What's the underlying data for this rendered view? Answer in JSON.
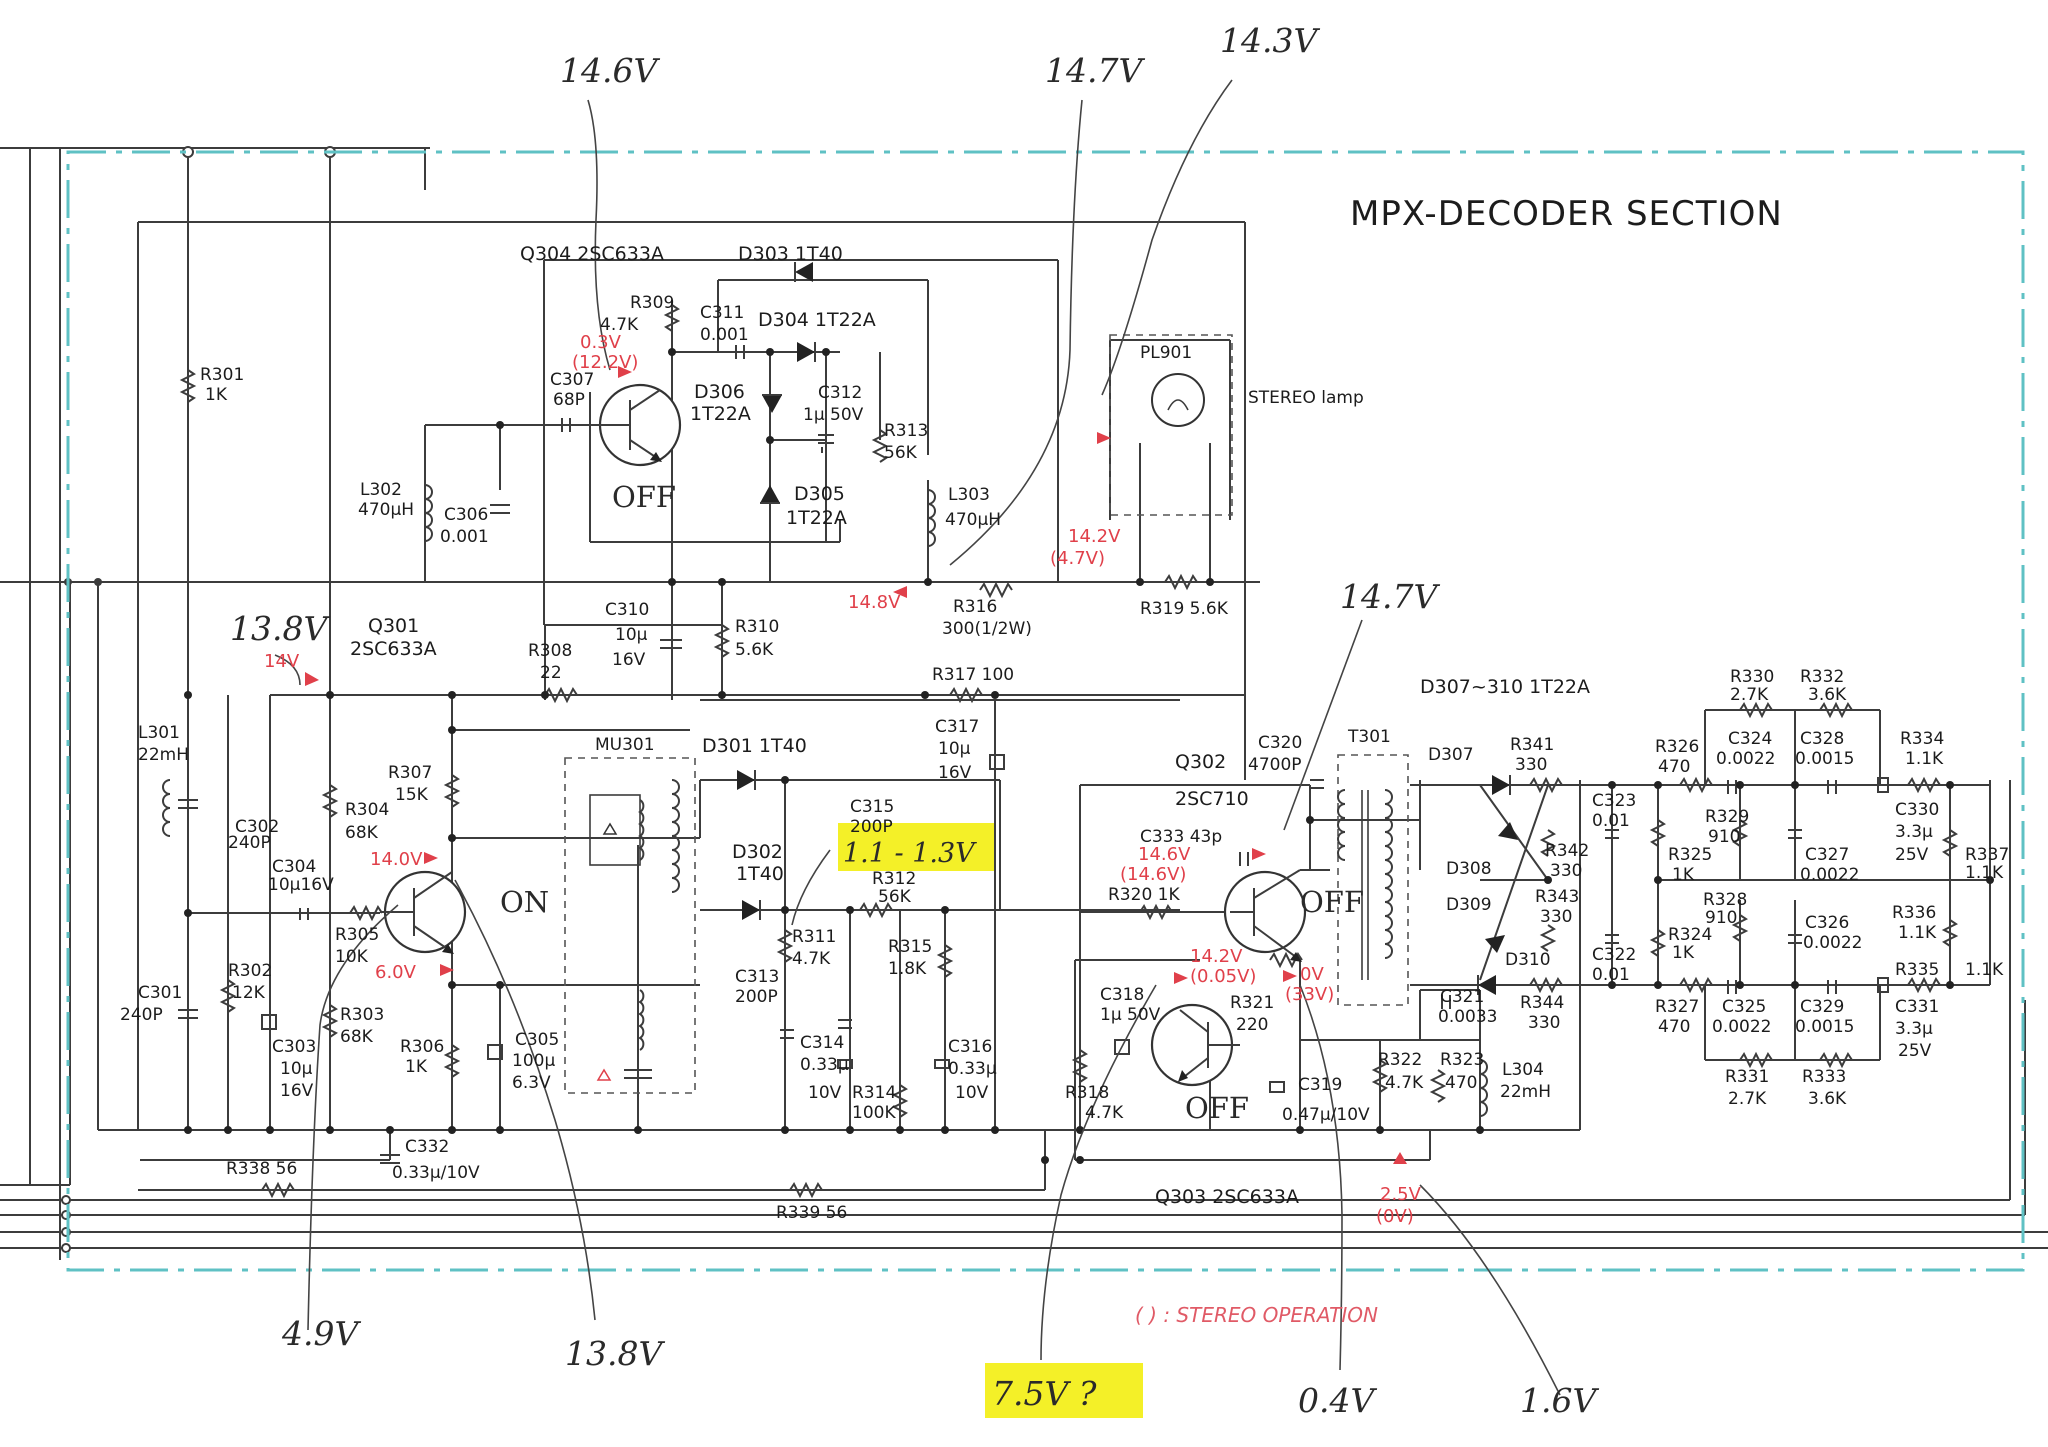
{
  "section_title": "MPX-DECODER SECTION",
  "legend_note": "(     ) : STEREO OPERATION",
  "transistors": {
    "q304": {
      "label": "Q304 2SC633A",
      "state": "OFF"
    },
    "q301": {
      "label_ref": "Q301",
      "label_part": "2SC633A",
      "state": "ON"
    },
    "q302": {
      "label_ref": "Q302",
      "label_part": "2SC710",
      "state": "OFF"
    },
    "q303": {
      "label": "Q303 2SC633A",
      "state": "OFF"
    }
  },
  "diodes": {
    "d303": "D303 1T40",
    "d304": "D304 1T22A",
    "d306_ref": "D306",
    "d306_part": "1T22A",
    "d305_ref": "D305",
    "d305_part": "1T22A",
    "d301": "D301 1T40",
    "d302_ref": "D302",
    "d302_part": "1T40",
    "d307_310": "D307~310 1T22A",
    "d307": "D307",
    "d308": "D308",
    "d309": "D309",
    "d310": "D310"
  },
  "components": {
    "r301": [
      "R301",
      "1K"
    ],
    "r309": [
      "R309",
      "4.7K"
    ],
    "c311": [
      "C311",
      "0.001"
    ],
    "c307": [
      "C307",
      "68P"
    ],
    "c312": [
      "C312",
      "1μ 50V"
    ],
    "r313": [
      "R313",
      "56K"
    ],
    "l302": [
      "L302",
      "470μH"
    ],
    "c306": [
      "C306",
      "0.001"
    ],
    "l303": [
      "L303",
      "470μH"
    ],
    "pl901": "PL901",
    "stereo_lamp": "STEREO lamp",
    "c310": [
      "C310",
      "10μ",
      "16V"
    ],
    "r310": [
      "R310",
      "5.6K"
    ],
    "r316": [
      "R316",
      "300(1/2W)"
    ],
    "r319": "R319 5.6K",
    "r308": [
      "R308",
      "22"
    ],
    "r317": "R317 100",
    "l301": [
      "L301",
      "22mH"
    ],
    "c302": [
      "C302",
      "240P"
    ],
    "r307": [
      "R307",
      "15K"
    ],
    "r304": [
      "R304",
      "68K"
    ],
    "c304": [
      "C304",
      "10μ16V"
    ],
    "r305": [
      "R305",
      "10K"
    ],
    "c301": [
      "C301",
      "240P"
    ],
    "r302": [
      "R302",
      "12K"
    ],
    "c303": [
      "C303",
      "10μ",
      "16V"
    ],
    "r303": [
      "R303",
      "68K"
    ],
    "r306": [
      "R306",
      "1K"
    ],
    "c305": [
      "C305",
      "100μ",
      "6.3V"
    ],
    "mu301": "MU301",
    "c315": [
      "C315",
      "200P"
    ],
    "r312": [
      "R312",
      "56K"
    ],
    "c317": [
      "C317",
      "10μ",
      "16V"
    ],
    "r311": [
      "R311",
      "4.7K"
    ],
    "c313": [
      "C313",
      "200P"
    ],
    "r315": [
      "R315",
      "1.8K"
    ],
    "c314": [
      "C314",
      "0.33μ",
      "10V"
    ],
    "r314": [
      "R314",
      "100K"
    ],
    "c316": [
      "C316",
      "0.33μ",
      "10V"
    ],
    "c332": [
      "C332",
      "0.33μ/10V"
    ],
    "r338": "R338 56",
    "r339": "R339 56",
    "c320": [
      "C320",
      "4700P"
    ],
    "t301": "T301",
    "c333": "C333 43p",
    "r320": "R320 1K",
    "r318": [
      "R318",
      "4.7K"
    ],
    "c318": [
      "C318",
      "1μ 50V"
    ],
    "r321": [
      "R321",
      "220"
    ],
    "c319": [
      "C319",
      "0.47μ/10V"
    ],
    "r322": [
      "R322",
      "4.7K"
    ],
    "r323": [
      "R323",
      "470"
    ],
    "l304": [
      "L304",
      "22mH"
    ],
    "c321": [
      "C321",
      "0.0033"
    ],
    "r341": [
      "R341",
      "330"
    ],
    "r342": [
      "R342",
      "330"
    ],
    "r343": [
      "R343",
      "330"
    ],
    "r344": [
      "R344",
      "330"
    ],
    "c323": [
      "C323",
      "0.01"
    ],
    "c322": [
      "C322",
      "0.01"
    ],
    "r326": [
      "R326",
      "470"
    ],
    "c324": [
      "C324",
      "0.0022"
    ],
    "r330": [
      "R330",
      "2.7K"
    ],
    "r332": [
      "R332",
      "3.6K"
    ],
    "c328": [
      "C328",
      "0.0015"
    ],
    "r334": [
      "R334",
      "1.1K"
    ],
    "r329": [
      "R329",
      "910"
    ],
    "r325": [
      "R325",
      "1K"
    ],
    "c327": [
      "C327",
      "0.0022"
    ],
    "c330": [
      "C330",
      "3.3μ",
      "25V"
    ],
    "r337": [
      "R337",
      "1.1K"
    ],
    "r328": [
      "R328",
      "910"
    ],
    "r324": [
      "R324",
      "1K"
    ],
    "c326": [
      "C326",
      "0.0022"
    ],
    "r336": [
      "R336",
      "1.1K"
    ],
    "r335": [
      "R335",
      "1.1K"
    ],
    "r327": [
      "R327",
      "470"
    ],
    "c325": [
      "C325",
      "0.0022"
    ],
    "c329": [
      "C329",
      "0.0015"
    ],
    "c331": [
      "C331",
      "3.3μ",
      "25V"
    ],
    "r331": [
      "R331",
      "2.7K"
    ],
    "r333": [
      "R333",
      "3.6K"
    ]
  },
  "printed_voltages": {
    "q304_c": "0.3V",
    "q304_c_stereo": "(12.2V)",
    "lamp": "14.2V",
    "lamp_stereo": "(4.7V)",
    "l303": "14.8V",
    "q301_top": "14V",
    "q301_c": "14.0V",
    "q301_e": "6.0V",
    "q302_c": "14.6V",
    "q302_c_stereo": "(14.6V)",
    "q303_c": "14.2V",
    "q303_c_stereo": "(0.05V)",
    "q302_e": "0V",
    "q302_e_stereo": "(33V)",
    "q303_b": "2.5V",
    "q303_b_stereo": "(0V)"
  },
  "handwritten": {
    "v146": "14.6V",
    "v147_top": "14.7V",
    "v143": "14.3V",
    "v138_top": "13.8V",
    "v147_right": "14.7V",
    "d302_hl": "1.1 - 1.3V",
    "v49": "4.9V",
    "v138_bottom": "13.8V",
    "v75": "7.5V ?",
    "v04": "0.4V",
    "v16": "1.6V"
  }
}
